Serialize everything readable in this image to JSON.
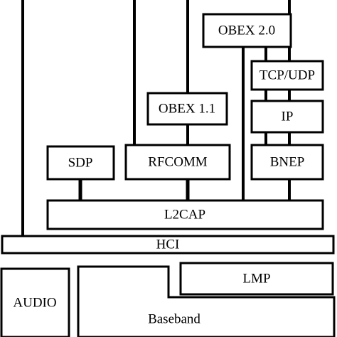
{
  "layers": {
    "obex20": "OBEX 2.0",
    "tcpudp": "TCP/UDP",
    "obex11": "OBEX 1.1",
    "ip": "IP",
    "sdp": "SDP",
    "rfcomm": "RFCOMM",
    "bnep": "BNEP",
    "l2cap": "L2CAP",
    "hci": "HCI",
    "lmp": "LMP",
    "audio": "AUDIO",
    "baseband": "Baseband"
  },
  "colors": {
    "stroke": "#000000",
    "fill": "#ffffff"
  }
}
